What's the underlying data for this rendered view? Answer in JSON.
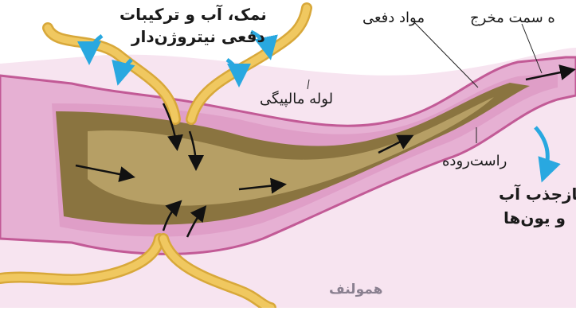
{
  "labels": {
    "secretion_line1": "نمک، آب و ترکیبات",
    "secretion_line2": "دفعی نیتروژن‌دار",
    "malpighian_tube": "لوله مالپیگی",
    "excretory_material": "مواد دفعی",
    "toward_exit": "ه سمت مخرج",
    "rectum": "راست‌روده",
    "reabsorption_line1": "بازجذب آب",
    "reabsorption_line2": "و یون‌ها",
    "hemolymph": "همولنف"
  },
  "colors": {
    "hemolymph_bg": "#f7e4f0",
    "gut_wall": "#e0a3c8",
    "gut_wall_dark": "#c25a96",
    "gut_content": "#8a7440",
    "gut_content_light": "#c4ae72",
    "tubule": "#f0c860",
    "tubule_edge": "#d8a83a",
    "blue_arrow": "#29a8e0",
    "black_arrow": "#111111"
  }
}
